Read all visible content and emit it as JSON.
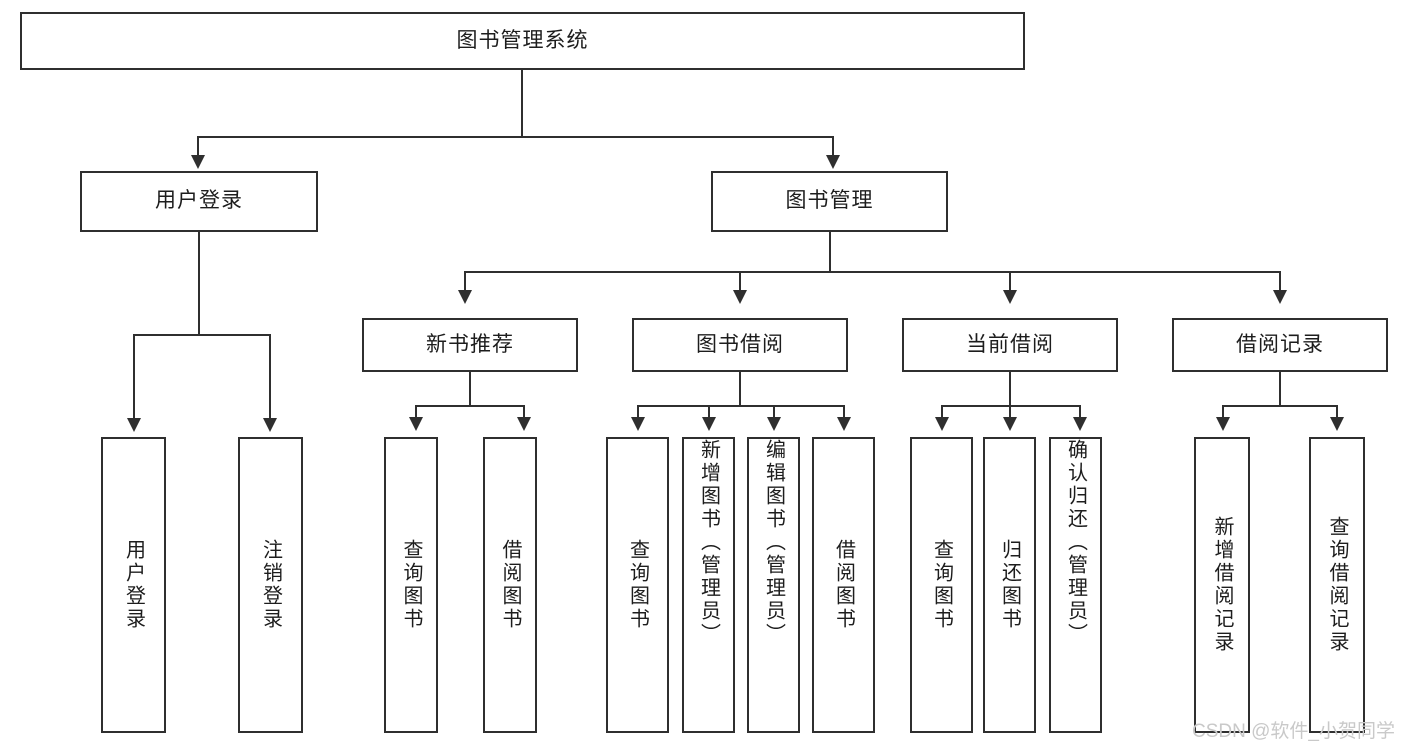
{
  "diagram": {
    "type": "tree-hierarchy-chart",
    "title": "图书管理系统",
    "root": {
      "label": "图书管理系统"
    },
    "level2": [
      {
        "label": "用户登录"
      },
      {
        "label": "图书管理"
      }
    ],
    "level3": [
      {
        "label": "新书推荐"
      },
      {
        "label": "图书借阅"
      },
      {
        "label": "当前借阅"
      },
      {
        "label": "借阅记录"
      }
    ],
    "leaves": {
      "user_login": [
        {
          "label": "用户登录"
        },
        {
          "label": "注销登录"
        }
      ],
      "new_book_recommend": [
        {
          "label": "查询图书"
        },
        {
          "label": "借阅图书"
        }
      ],
      "book_borrow": [
        {
          "label": "查询图书"
        },
        {
          "label": "新增图书（管理员）"
        },
        {
          "label": "编辑图书（管理员）"
        },
        {
          "label": "借阅图书"
        }
      ],
      "current_borrow": [
        {
          "label": "查询图书"
        },
        {
          "label": "归还图书"
        },
        {
          "label": "确认归还（管理员）"
        }
      ],
      "borrow_record": [
        {
          "label": "新增借阅记录"
        },
        {
          "label": "查询借阅记录"
        }
      ]
    }
  },
  "watermark": {
    "text": "CSDN @软件_小贺同学"
  },
  "colors": {
    "stroke": "#2f2f2f",
    "fill": "#ffffff",
    "text": "#1d1d1d",
    "watermark": "#c9c9c9"
  }
}
